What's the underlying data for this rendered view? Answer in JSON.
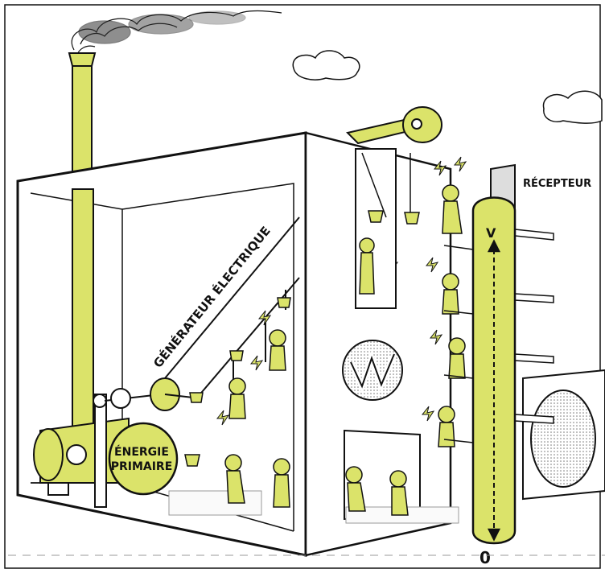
{
  "labels": {
    "generator": "GÉNÉRATEUR ÉLECTRIQUE",
    "receiver": "RÉCEPTEUR",
    "energy_line1": "ÉNERGIE",
    "energy_line2": "PRIMAIRE",
    "voltage_top": "V",
    "voltage_bottom": "0"
  },
  "colors": {
    "accent": "#dbe36a",
    "ink": "#111111",
    "paper": "#ffffff",
    "hatch": "#bdbdbd"
  },
  "icons": [
    "smoke-icon",
    "cloud-icon",
    "chimney-icon",
    "gear-icon",
    "lightning-icon",
    "logo-w-icon",
    "person-icon"
  ]
}
